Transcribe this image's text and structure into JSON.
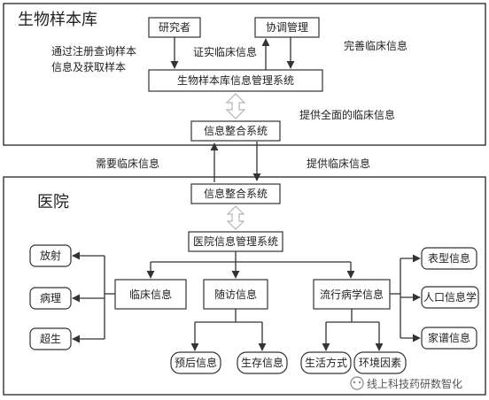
{
  "sections": {
    "biobank_title": "生物样本库",
    "hospital_title": "医院"
  },
  "biobank": {
    "researcher": "研究者",
    "coordination": "协调管理",
    "sample_system": "生物样本库信息管理系统",
    "integration": "信息整合系统",
    "note_register_line1": "通过注册查询样本",
    "note_register_line2": "信息及获取样本",
    "note_verify": "证实临床信息",
    "note_improve": "完善临床信息",
    "note_provide_full": "提供全面的临床信息"
  },
  "flows": {
    "need_clinical": "需要临床信息",
    "provide_clinical": "提供临床信息"
  },
  "hospital": {
    "integration": "信息整合系统",
    "his": "医院信息管理系统",
    "clinical": "临床信息",
    "followup": "随访信息",
    "epidemiology": "流行病学信息",
    "radiology": "放射",
    "pathology": "病理",
    "ultrasound": "超生",
    "prognosis": "预后信息",
    "survival": "生存信息",
    "lifestyle": "生活方式",
    "environment": "环境因素",
    "phenotype": "表型信息",
    "demography": "人口信息学",
    "genealogy": "家谱信息"
  },
  "watermark": "线上科技药研数智化"
}
